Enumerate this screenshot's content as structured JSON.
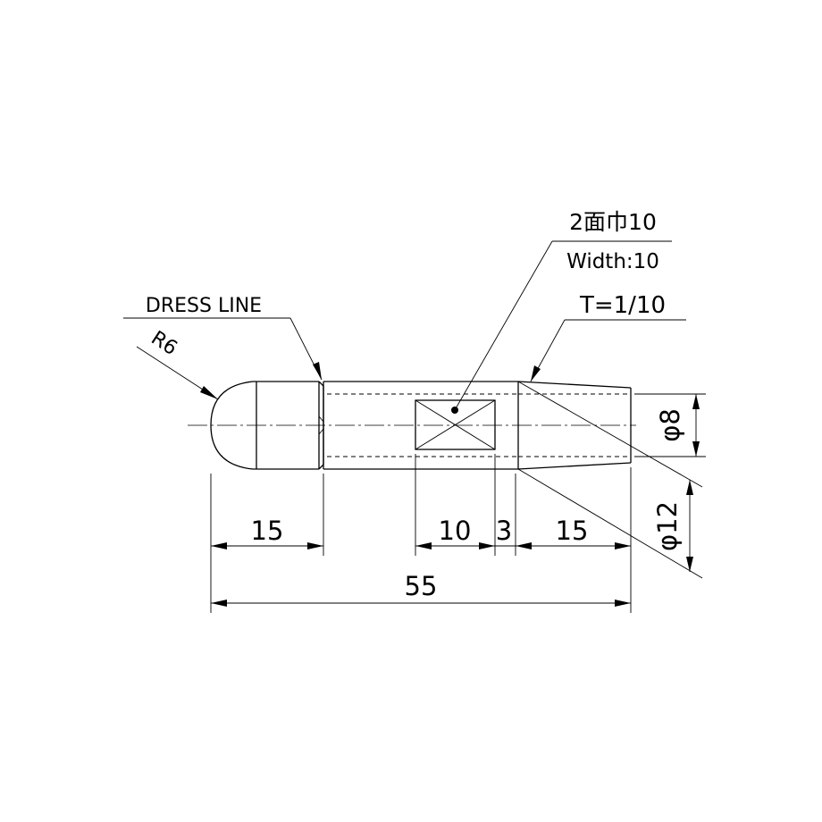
{
  "annotations": {
    "radius": "R6",
    "dress_line": "DRESS LINE",
    "width_jp": "2面巾10",
    "width_en": "Width:10",
    "taper": "T=1/10"
  },
  "dimensions": {
    "tip_length": "15",
    "flat_length": "10",
    "gap": "3",
    "taper_length": "15",
    "total_length": "55",
    "dia_small": "φ8",
    "dia_large": "φ12"
  }
}
